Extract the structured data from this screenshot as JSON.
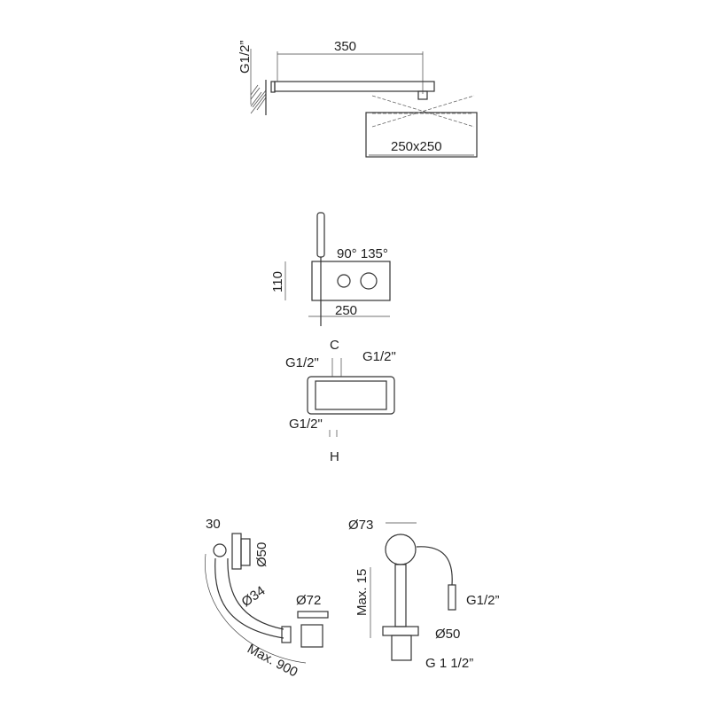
{
  "shower_arm": {
    "thread_label": "G1/2”",
    "arm_length": "350",
    "head_size": "250x250"
  },
  "mixer": {
    "angles": "90° 135°",
    "height": "110",
    "width": "250"
  },
  "box": {
    "label_c": "C",
    "label_h": "H",
    "inlet_left": "G1/2\"",
    "inlet_right": "G1/2\"",
    "outlet": "G1/2\""
  },
  "waste": {
    "depth": "30",
    "overflow_dia": "Ø50",
    "hose_dia": "Ø34",
    "plug_dia": "Ø72",
    "hose_length": "Max. 900"
  },
  "filler": {
    "dia": "Ø73",
    "max_thickness": "Max. 15",
    "supply": "G1/2”",
    "waste_dia": "Ø50",
    "waste_thread": "G 1 1/2”"
  }
}
